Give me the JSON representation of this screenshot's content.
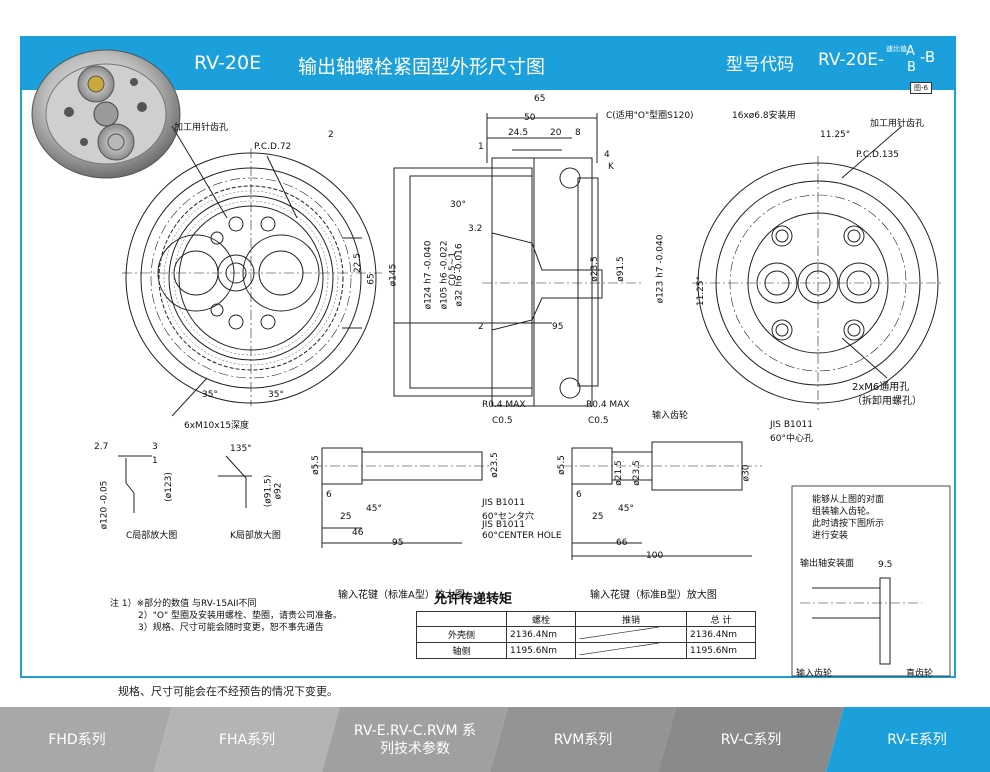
{
  "header": {
    "model": "RV-20E",
    "title": "输出轴螺栓紧固型外形尺寸图",
    "code_label": "型号代码",
    "code_prefix": "RV-20E-",
    "code_ratio_label": "速比值",
    "code_a": "A",
    "code_b_small": "B",
    "code_suffix": "-B",
    "figure_no": "图-6"
  },
  "drawing_labels": {
    "pitch_hole": "加工用针齿孔",
    "pcd72": "P.C.D.72",
    "dim2_top": "2",
    "dim_22_5": "22.5",
    "dim_65": "65",
    "ang_35a": "35°",
    "ang_35b": "35°",
    "tap_m10": "6xM10x15深度",
    "dim65_top": "65",
    "dim50": "50",
    "dim24_5": "24.5",
    "dim20": "20",
    "dim8": "8",
    "dim1": "1",
    "dim4": "4",
    "oring": "C(适用\"O\"型圈S120)",
    "k_mark": "K",
    "ang30": "30°",
    "dim3_2": "3.2",
    "d145": "ø145",
    "d124": "ø124 h7 -0.040",
    "d105": "ø105 h6 -0.022",
    "d32": "ø32 h6 -0.016",
    "c05_1": "C0.5~1",
    "d23_5": "ø23.5",
    "d91_5": "ø91.5",
    "d123": "ø123 h7 -0.040",
    "dim2_mid": "2",
    "dim95": "95",
    "r04a": "R0.4 MAX",
    "r04b": "R0.4 MAX",
    "c05a": "C0.5",
    "c05b": "C0.5",
    "input_gear": "输入齿轮",
    "mount16": "16xø6.8安装用",
    "pitch_hole_r": "加工用针齿孔",
    "ang11_25a": "11.25°",
    "pcd135": "P.C.D.135",
    "ang11_25b": "11.25°",
    "m6a": "2xM6通用孔",
    "m6b": "（拆卸用螺孔）",
    "c_detail": "C局部放大图",
    "k_detail": "K局部放大图",
    "c_d123": "(ø123)",
    "c_d120": "ø120 -0.05",
    "c_27": "2.7",
    "c_3": "3",
    "c_1": "1",
    "k_135": "135°",
    "k_d915": "(ø91.5)",
    "k_d92": "ø92",
    "spline_a_title": "输入花键（标准A型）放大图",
    "spline_b_title": "输入花键（标准B型）放大图",
    "sa_5_5": "ø5.5",
    "sa_6": "6",
    "sa_25": "25",
    "sa_45": "45°",
    "sa_46": "46",
    "sa_95": "95",
    "sa_23_5": "ø23.5",
    "sa_jis": "JIS B1011",
    "sa_60jp": "60°センタ穴",
    "sa_jis2": "JIS B1011",
    "sa_60en": "60°CENTER HOLE",
    "sb_5_5": "ø5.5",
    "sb_21_5": "ø21.5",
    "sb_23_5": "ø23.5",
    "sb_6": "6",
    "sb_25": "25",
    "sb_45": "45°",
    "sb_66": "66",
    "sb_100": "100",
    "sb_jis": "JIS B1011",
    "sb_60": "60°中心孔",
    "sb_d30": "ø30",
    "side_note1": "能够从上图的对面",
    "side_note2": "组装输入齿轮。",
    "side_note3": "此时请按下图所示",
    "side_note4": "进行安装",
    "side_mount": "输出轴安装面",
    "side_9_5": "9.5",
    "side_input": "输入齿轮",
    "side_spur": "直齿轮"
  },
  "torque": {
    "title": "允许传递转矩",
    "col_bolt": "螺栓",
    "col_pin": "推销",
    "col_total": "总  计",
    "rows": [
      {
        "name": "外壳侧",
        "bolt": "2136.4Nm",
        "pin": "",
        "total": "2136.4Nm"
      },
      {
        "name": "轴侧",
        "bolt": "1195.6Nm",
        "pin": "",
        "total": "1195.6Nm"
      }
    ]
  },
  "notes": [
    "注 1）※部分的数值 与RV-15AII不同",
    "2）\"O\" 型圈及安装用螺栓、垫圈，请贵公司准备。",
    "3）规格、尺寸可能会随时变更，恕不事先通告"
  ],
  "footnote": "规格、尺寸可能会在不经预告的情况下变更。",
  "nav": {
    "tabs": [
      {
        "label": "FHD系列",
        "color": "#a8a8a8"
      },
      {
        "label": "FHA系列",
        "color": "#b4b4b4"
      },
      {
        "label": "RV-E.RV-C.RVM 系列技术参数",
        "color": "#a0a0a0"
      },
      {
        "label": "RVM系列",
        "color": "#949494"
      },
      {
        "label": "RV-C系列",
        "color": "#8a8a8a"
      },
      {
        "label": "RV-E系列",
        "color": "#1ba0dc"
      }
    ]
  }
}
